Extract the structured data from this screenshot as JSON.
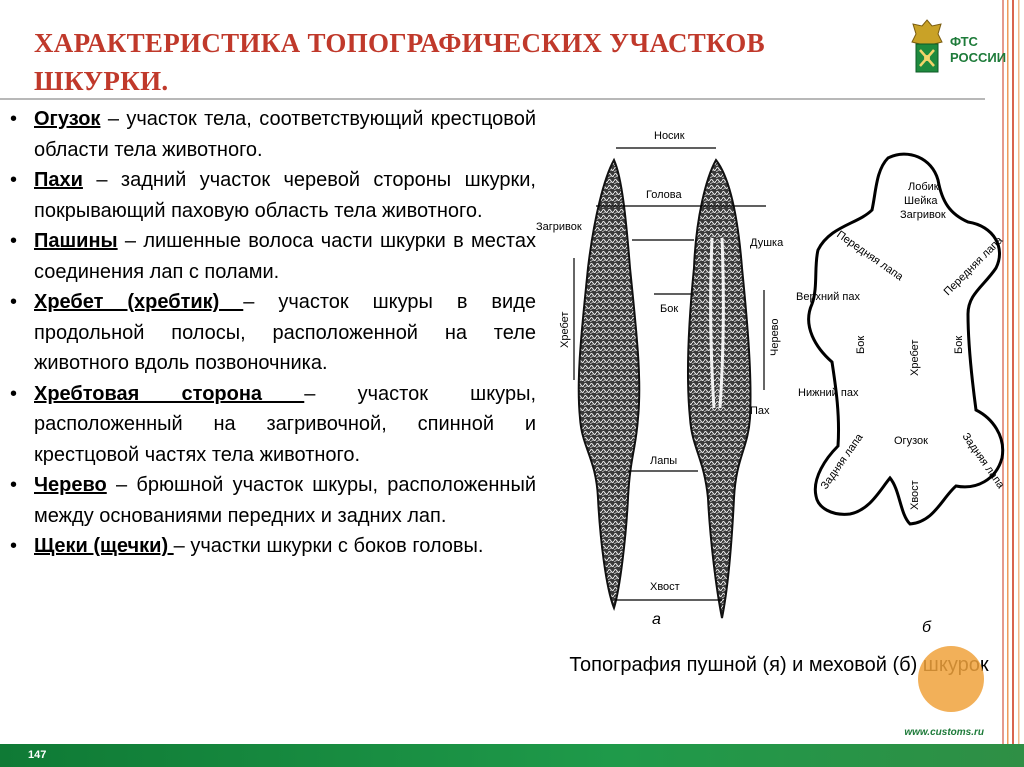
{
  "slide": {
    "title": "ХАРАКТЕРИСТИКА ТОПОГРАФИЧЕСКИХ УЧАСТКОВ ШКУРКИ.",
    "logo_text_line1": "ФТС",
    "logo_text_line2": "РОССИИ",
    "page_number": "147",
    "site_url": "www.customs.ru"
  },
  "bullets": [
    {
      "term": "Огузок",
      "text": " – участок тела, соответствующий крестцовой области тела животного."
    },
    {
      "term": "Пахи",
      "text": " – задний участок черевой стороны шкурки, покрывающий паховую область тела животного."
    },
    {
      "term": "Пашины",
      "text": " – лишенные волоса части шкурки в местах соединения лап с полами."
    },
    {
      "term": "Хребет (хребтик) ",
      "text": "– участок шкуры в виде продольной полосы, расположенной на теле животного вдоль позвоночника."
    },
    {
      "term": "Хребтовая сторона ",
      "text": "– участок шкуры, расположенный на загривочной, спинной и крестцовой частях тела животного."
    },
    {
      "term": "Черево",
      "text": " – брюшной участок шкуры, расположенный между основаниями передних и задних лап."
    },
    {
      "term": "Щеки (щечки) ",
      "text": "– участки шкурки с боков головы."
    }
  ],
  "figure": {
    "caption": "Топография пушной (я) и меховой (б) шкурок",
    "label_a": "а",
    "label_b": "б",
    "left_labels": {
      "nosik": "Носик",
      "golova": "Голова",
      "zagrivok": "Загривок",
      "dushka": "Душка",
      "hrebet": "Хребет",
      "bok": "Бок",
      "cherevo": "Черево",
      "pah": "Пах",
      "lapy": "Лапы",
      "hvost": "Хвост"
    },
    "right_labels": {
      "lobik": "Лобик",
      "sheika": "Шейка",
      "zagrivok": "Загривок",
      "perednyaya_lapa_l": "Передняя лапа",
      "perednyaya_lapa_r": "Передняя лапа",
      "verhniy_pah": "Верхний пах",
      "nizhniy_pah": "Нижний пах",
      "bok_l": "Бок",
      "bok_r": "Бок",
      "hrebet": "Хребет",
      "oguzok": "Огузок",
      "hvost": "Хвост",
      "zadnyaya_lapa_l": "Задняя лапа",
      "zadnyaya_lapa_r": "Задняя лапа"
    }
  },
  "colors": {
    "title": "#c0392b",
    "footer_green": "#1f9a4a",
    "stripe_red": "#e07a6a",
    "orange_dot": "#f0a23c"
  }
}
